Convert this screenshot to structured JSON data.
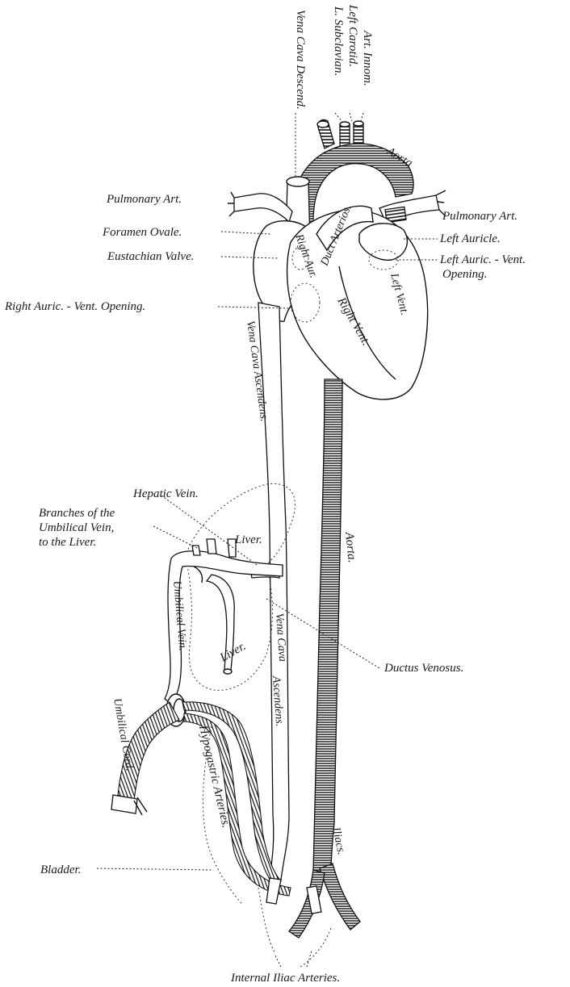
{
  "labels": {
    "vena_cava_descend": "Vena Cava Descend.",
    "l_subclavian": "L. Subclavian.",
    "left_carotid": "Left Carotid.",
    "art_innom": "Art. Innom.",
    "aorta_top": "Aorta",
    "pulmonary_art_left": "Pulmonary Art.",
    "pulmonary_art_right": "Pulmonary Art.",
    "left_auricle": "Left Auricle.",
    "left_auric_vent_1": "Left Auric. - Vent.",
    "left_auric_vent_2": "Opening.",
    "foramen_ovale": "Foramen Ovale.",
    "eustachian_valve": "Eustachian Valve.",
    "right_auric_vent": "Right Auric. - Vent. Opening.",
    "right_aur": "Right Aur.",
    "duct_arterios": "Duct Arterios.",
    "left_vent": "Left Vent.",
    "right_vent": "Right Vent.",
    "vena_cava_ascendens_upper": "Vena Cava Ascendens.",
    "hepatic_vein": "Hepatic Vein.",
    "branches_1": "Branches of the",
    "branches_2": "Umbilical Vein,",
    "branches_3": "to the Liver.",
    "liver_upper": "Liver.",
    "liver_lower": "Liver.",
    "aorta_lower": "Aorta.",
    "umbilical_vein": "Umbilical Vein.",
    "vena_cava_lower_1": "Vena Cava",
    "vena_cava_lower_2": "Ascendens.",
    "ductus_venosus": "Ductus Venosus.",
    "umbilical_cord": "Umbilical Cord.",
    "hypogastric_arteries": "Hypogastric Arteries.",
    "iliacs": "Iliacs.",
    "bladder": "Bladder.",
    "internal_iliac": "Internal Iliac Arteries."
  }
}
